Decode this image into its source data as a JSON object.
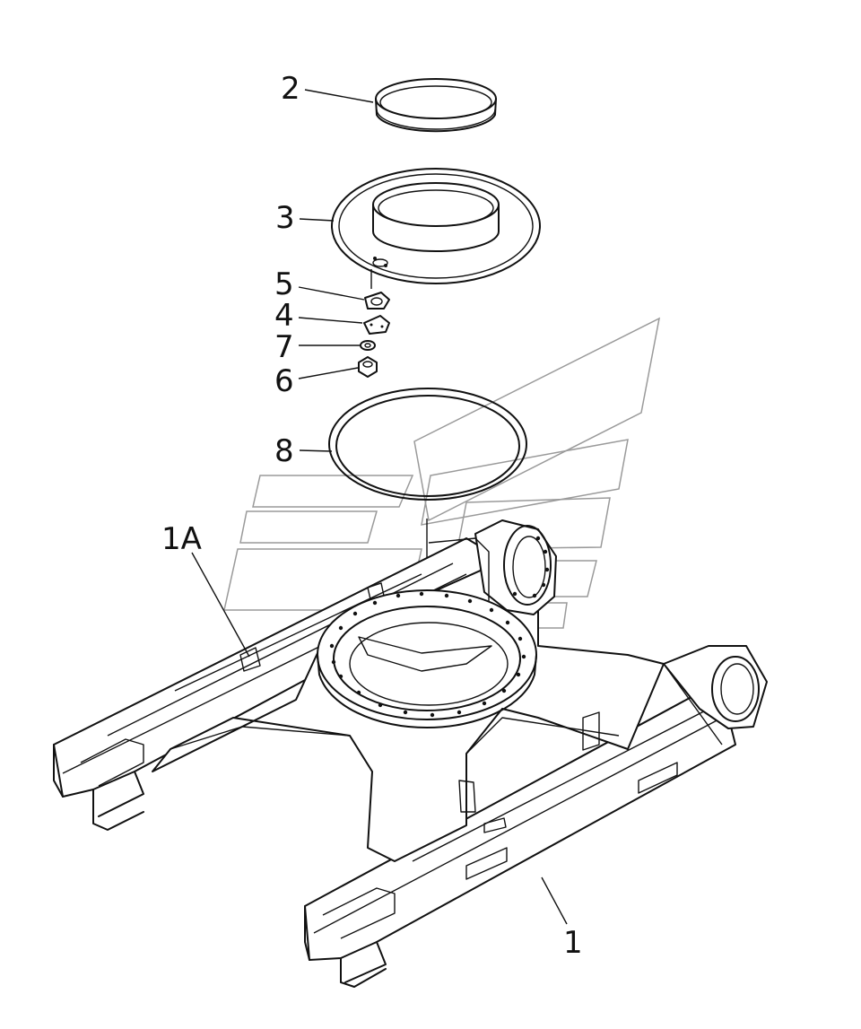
{
  "callouts": [
    {
      "id": "2",
      "text": "2"
    },
    {
      "id": "3",
      "text": "3"
    },
    {
      "id": "5",
      "text": "5"
    },
    {
      "id": "4",
      "text": "4"
    },
    {
      "id": "7",
      "text": "7"
    },
    {
      "id": "6",
      "text": "6"
    },
    {
      "id": "8",
      "text": "8"
    },
    {
      "id": "1A",
      "text": "1A"
    },
    {
      "id": "1",
      "text": "1"
    }
  ]
}
